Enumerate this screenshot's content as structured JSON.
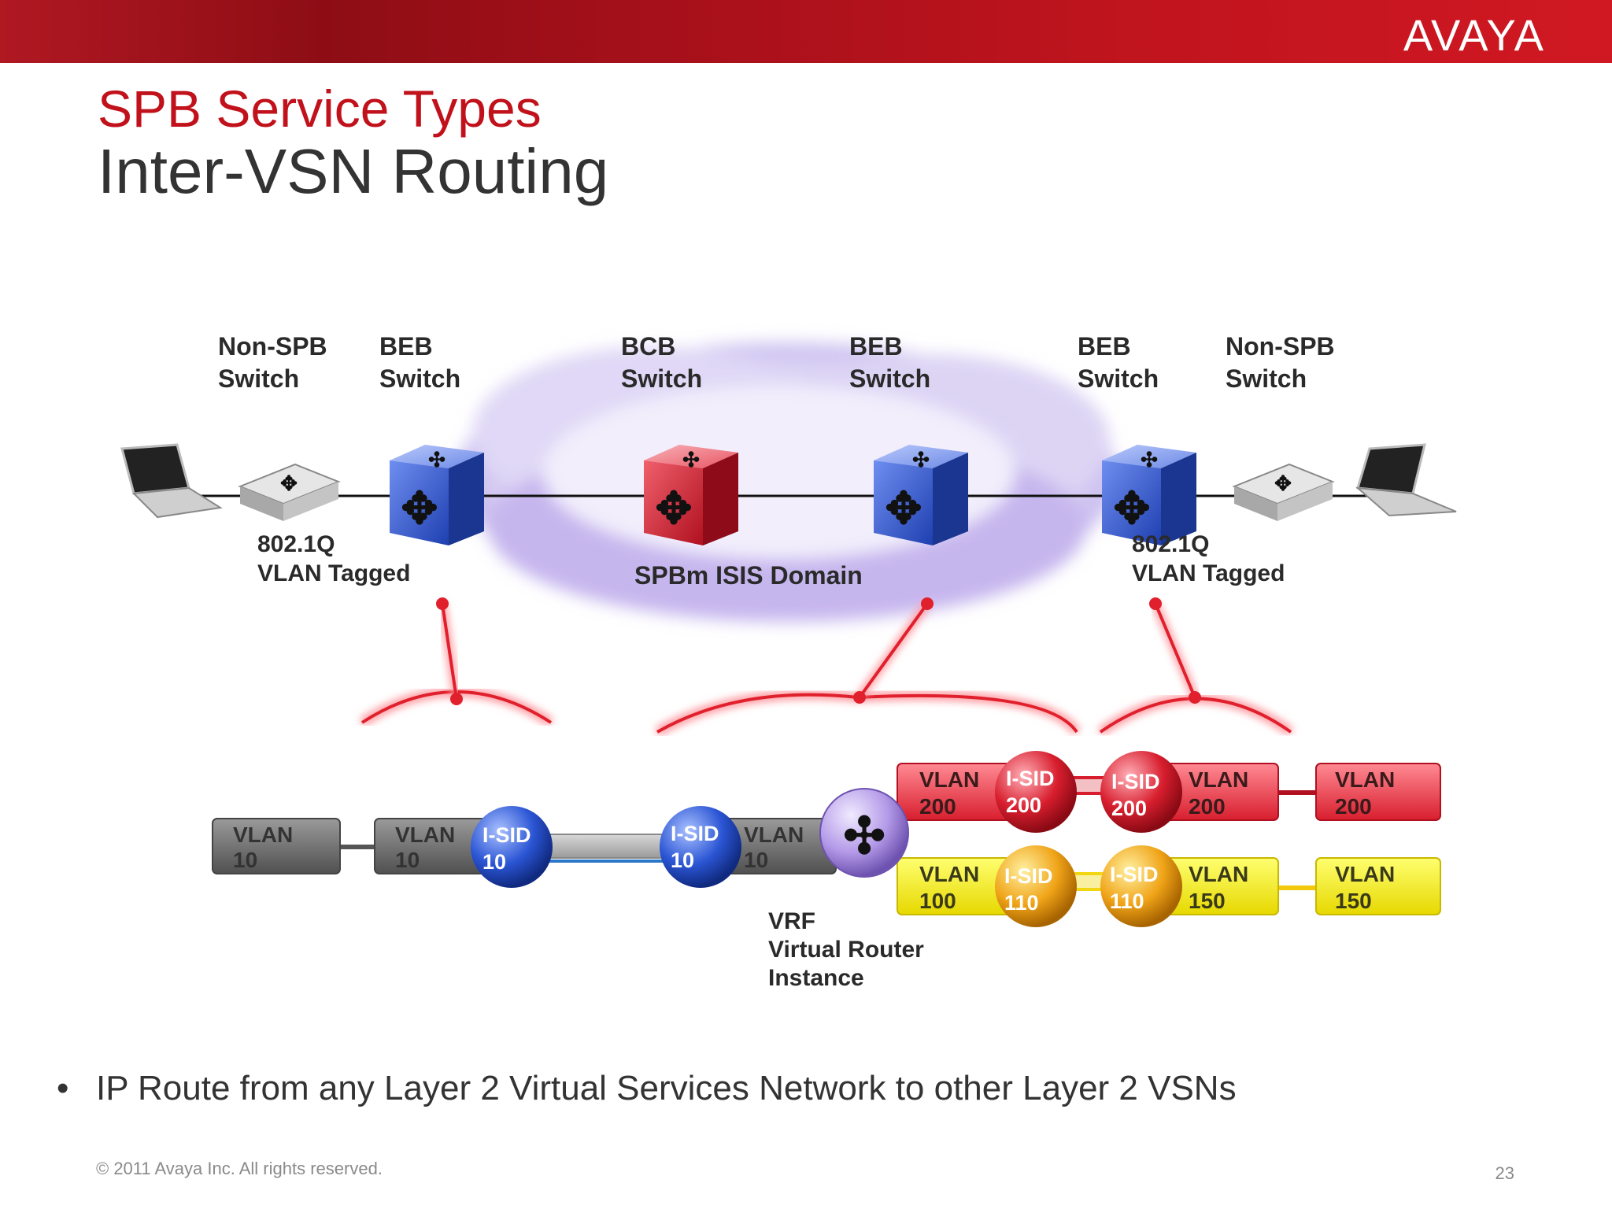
{
  "header": {
    "logo": "AVAYA"
  },
  "title": {
    "line1": "SPB Service Types",
    "line2": "Inter-VSN Routing"
  },
  "diagram": {
    "top_labels": [
      {
        "l1": "Non-SPB",
        "l2": "Switch"
      },
      {
        "l1": "BEB",
        "l2": "Switch"
      },
      {
        "l1": "BCB",
        "l2": "Switch"
      },
      {
        "l1": "BEB",
        "l2": "Switch"
      },
      {
        "l1": "BEB",
        "l2": "Switch"
      },
      {
        "l1": "Non-SPB",
        "l2": "Switch"
      }
    ],
    "tagged_left": {
      "l1": "802.1Q",
      "l2": "VLAN Tagged"
    },
    "tagged_right": {
      "l1": "802.1Q",
      "l2": "VLAN Tagged"
    },
    "domain_label": "SPBm ISIS Domain",
    "vrf": {
      "l1": "VRF",
      "l2": "Virtual Router",
      "l3": "Instance"
    },
    "vlan_label": "VLAN",
    "isid_label": "I-SID",
    "vlan10": "10",
    "isid10": "10",
    "vlan200": "200",
    "isid200": "200",
    "vlan100": "100",
    "isid110": "110",
    "vlan150": "150",
    "colors": {
      "red": "#d81e2e",
      "yellow": "#f2ea12",
      "gray": "#6e6e6e",
      "blue": "#2b55d4",
      "orange": "#f0a418",
      "purple": "#b49ae8"
    }
  },
  "bullet": "IP Route from any Layer 2 Virtual Services Network to other Layer 2 VSNs",
  "footer": {
    "copyright": "© 2011 Avaya Inc. All rights reserved.",
    "page": "23"
  }
}
